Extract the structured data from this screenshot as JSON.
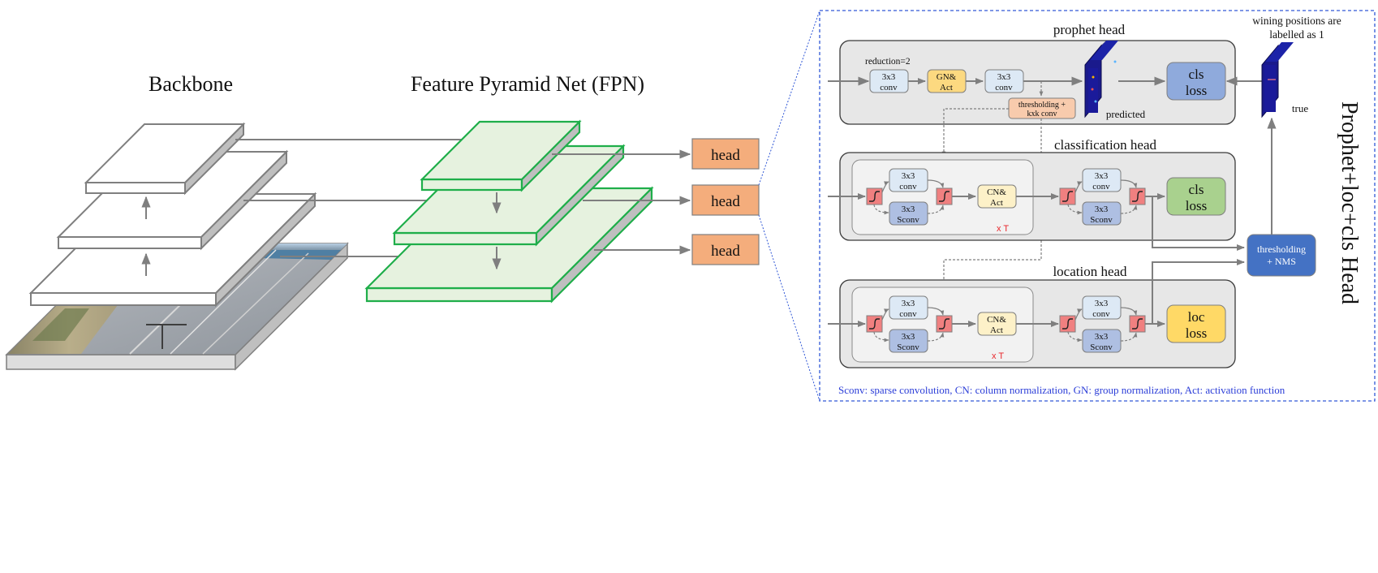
{
  "titles": {
    "backbone": "Backbone",
    "fpn": "Feature Pyramid Net (FPN)",
    "side": "Prophet+loc+cls Head"
  },
  "fpn_heads": [
    "head",
    "head",
    "head"
  ],
  "prophet": {
    "title": "prophet head",
    "reduction": "reduction=2",
    "conv1": [
      "3x3",
      "conv"
    ],
    "gn_act": [
      "GN&",
      "Act"
    ],
    "conv2": [
      "3x3",
      "conv"
    ],
    "thresh": [
      "thresholding +",
      "kxk conv"
    ],
    "predicted": "predicted",
    "cls_loss": [
      "cls",
      "loss"
    ]
  },
  "winning": [
    "wining positions are",
    "labelled as 1"
  ],
  "true_label": "true",
  "classification": {
    "title": "classification head",
    "conv_a": [
      "3x3",
      "conv"
    ],
    "sconv_a": [
      "3x3",
      "Sconv"
    ],
    "cn_act": [
      "CN&",
      "Act"
    ],
    "repeat": "x T",
    "conv_b": [
      "3x3",
      "conv"
    ],
    "sconv_b": [
      "3x3",
      "Sconv"
    ],
    "loss": [
      "cls",
      "loss"
    ]
  },
  "nms": [
    "thresholding",
    "+ NMS"
  ],
  "location": {
    "title": "location head",
    "conv_a": [
      "3x3",
      "conv"
    ],
    "sconv_a": [
      "3x3",
      "Sconv"
    ],
    "cn_act": [
      "CN&",
      "Act"
    ],
    "repeat": "x T",
    "conv_b": [
      "3x3",
      "conv"
    ],
    "sconv_b": [
      "3x3",
      "Sconv"
    ],
    "loss": [
      "loc",
      "loss"
    ]
  },
  "footnote": "Sconv: sparse convolution, CN: column normalization, GN: group normalization, Act: activation function",
  "colors": {
    "fpn_fill": "#e6f2df",
    "fpn_stroke": "#1fae4a",
    "head_fill": "#f4ad7c",
    "conv_fill": "#dde9f5",
    "sconv_fill": "#aebfe2",
    "gn_fill": "#fcd980",
    "cn_fill": "#fdf1c8",
    "cls_loss_blue": "#8faadc",
    "cls_loss_green": "#a9d18e",
    "loc_loss": "#ffd966",
    "nms": "#4472c4",
    "activation": "#f08080",
    "footnote": "#2c3ed8",
    "repeat": "#e8262b"
  }
}
